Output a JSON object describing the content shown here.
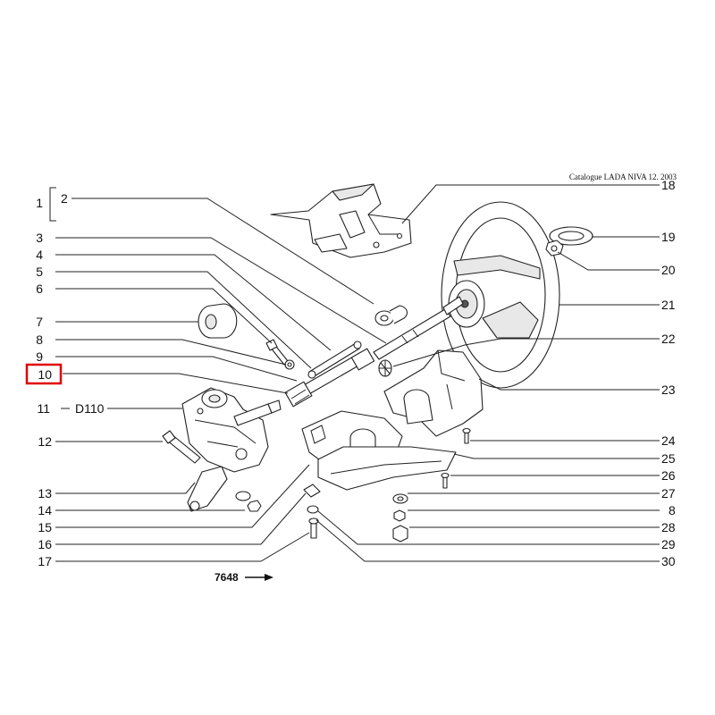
{
  "header": {
    "caption": "Catalogue LADA NIVA 12. 2003"
  },
  "selected_callout": "10",
  "callouts_left": [
    {
      "id": "1",
      "label": "1"
    },
    {
      "id": "2",
      "label": "2"
    },
    {
      "id": "3",
      "label": "3"
    },
    {
      "id": "4",
      "label": "4"
    },
    {
      "id": "5",
      "label": "5"
    },
    {
      "id": "6",
      "label": "6"
    },
    {
      "id": "7",
      "label": "7"
    },
    {
      "id": "8",
      "label": "8"
    },
    {
      "id": "9",
      "label": "9"
    },
    {
      "id": "10",
      "label": "10"
    },
    {
      "id": "11",
      "label": "11",
      "sublabel": "D110"
    },
    {
      "id": "12",
      "label": "12"
    },
    {
      "id": "13",
      "label": "13"
    },
    {
      "id": "14",
      "label": "14"
    },
    {
      "id": "15",
      "label": "15"
    },
    {
      "id": "16",
      "label": "16"
    },
    {
      "id": "17",
      "label": "17"
    }
  ],
  "callouts_right": [
    {
      "id": "18",
      "label": "18"
    },
    {
      "id": "19",
      "label": "19"
    },
    {
      "id": "20",
      "label": "20"
    },
    {
      "id": "21",
      "label": "21"
    },
    {
      "id": "22",
      "label": "22"
    },
    {
      "id": "23",
      "label": "23"
    },
    {
      "id": "24",
      "label": "24"
    },
    {
      "id": "25",
      "label": "25"
    },
    {
      "id": "26",
      "label": "26"
    },
    {
      "id": "27",
      "label": "27"
    },
    {
      "id": "8b",
      "label": "8"
    },
    {
      "id": "28",
      "label": "28"
    },
    {
      "id": "29",
      "label": "29"
    },
    {
      "id": "30",
      "label": "30"
    }
  ],
  "footer": {
    "reference": "7648"
  }
}
